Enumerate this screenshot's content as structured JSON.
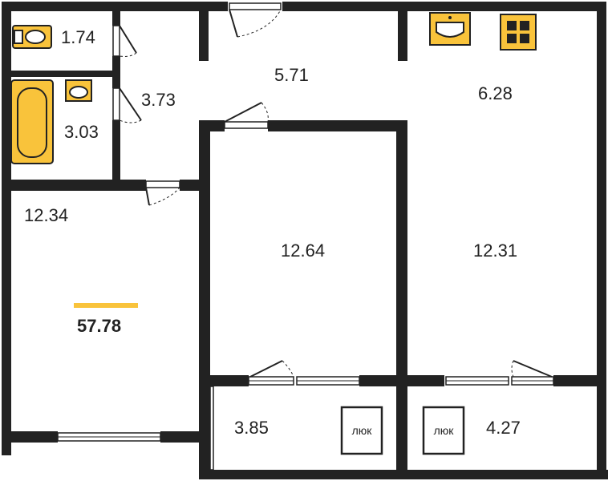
{
  "colors": {
    "wall": "#222222",
    "fixture": "#F9C33B",
    "background": "#ffffff",
    "accent_bar": "#F9C33B"
  },
  "total_area": "57.78",
  "rooms": {
    "toilet": "1.74",
    "bathroom": "3.03",
    "corridor_small": "3.73",
    "hall": "5.71",
    "kitchen": "6.28",
    "living": "12.34",
    "bedroom_middle": "12.64",
    "bedroom_right": "12.31",
    "balcony_left": "3.85",
    "balcony_right": "4.27"
  },
  "hatches": {
    "left": "люк",
    "right": "люк"
  },
  "icons": [
    "toilet-icon",
    "bathtub-icon",
    "sink-icon",
    "stove-icon",
    "door-icon",
    "window-icon"
  ]
}
